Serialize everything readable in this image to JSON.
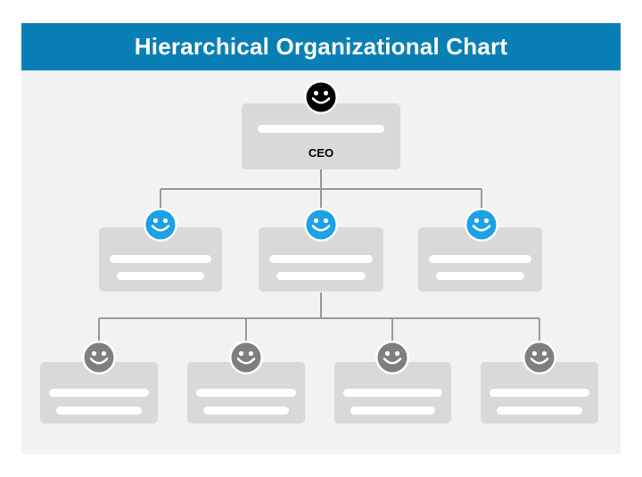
{
  "title": "Hierarchical Organizational Chart",
  "root": {
    "label": "CEO",
    "icon": "smiley-face-icon",
    "color": "#000000"
  },
  "colors": {
    "title_bar": "#0a7fb5",
    "background": "#f2f2f2",
    "card": "#d9d9d9",
    "connector": "#999999",
    "level1_face": "#1ca1e3",
    "level2_face": "#7f7f7f"
  },
  "levels": [
    {
      "level": 1,
      "count": 3,
      "icon": "smiley-face-icon"
    },
    {
      "level": 2,
      "count": 4,
      "icon": "smiley-face-icon"
    }
  ]
}
